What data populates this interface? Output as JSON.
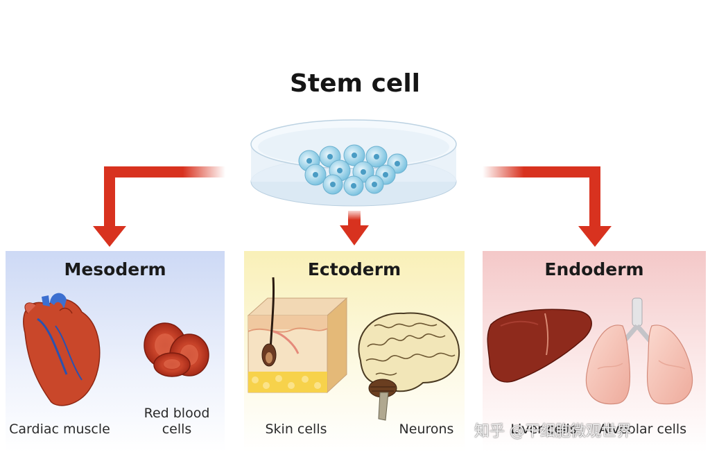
{
  "title": "Stem cell",
  "layers": [
    {
      "name": "Mesoderm",
      "color": "#d9e3f8",
      "cells": [
        "Cardiac muscle",
        "Red blood cells"
      ]
    },
    {
      "name": "Ectoderm",
      "color": "#fbf4c4",
      "cells": [
        "Skin cells",
        "Neurons"
      ]
    },
    {
      "name": "Endoderm",
      "color": "#f6d2d2",
      "cells": [
        "Liver cells",
        "Alveolar cells"
      ]
    }
  ],
  "captions": {
    "cardiac": "Cardiac muscle",
    "rbc": "Red blood\ncells",
    "skin": "Skin cells",
    "neurons": "Neurons",
    "liver": "Liver cells",
    "alveolar": "Alveolar cells"
  },
  "watermark": "知乎 @干细胞微观世界",
  "colors": {
    "arrow": "#d8321f",
    "dish": "#dbe9f4",
    "cell": "#7cc3e0"
  }
}
